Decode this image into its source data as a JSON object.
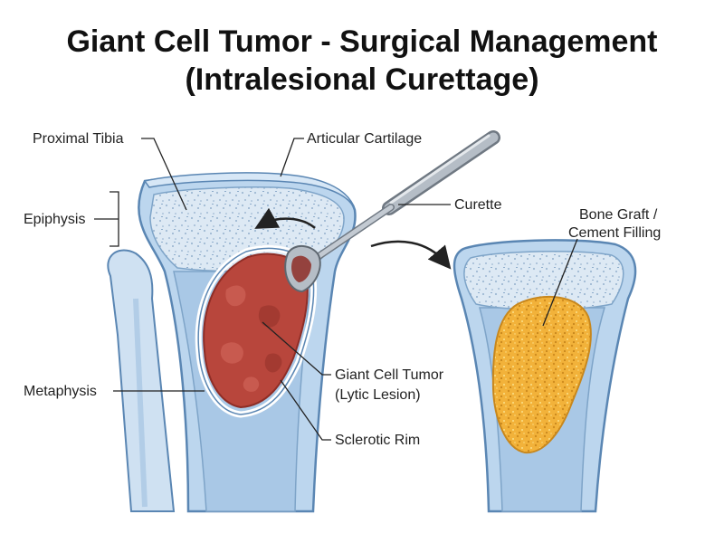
{
  "title": {
    "line1": "Giant Cell Tumor - Surgical Management",
    "line2": "(Intralesional Curettage)"
  },
  "labels": {
    "proximal_tibia": "Proximal Tibia",
    "articular_cartilage": "Articular Cartilage",
    "epiphysis": "Epiphysis",
    "curette": "Curette",
    "bone_graft_line1": "Bone Graft /",
    "bone_graft_line2": "Cement Filling",
    "metaphysis": "Metaphysis",
    "giant_cell_line1": "Giant Cell Tumor",
    "giant_cell_line2": "(Lytic Lesion)",
    "sclerotic_rim": "Sclerotic Rim"
  },
  "colors": {
    "bone_outline": "#5a86b3",
    "cortex": "#bcd6ee",
    "marrow_canal": "#a9c8e6",
    "cancellous": "#dde9f4",
    "tumor": "#b8463c",
    "tumor_dark": "#8e2d26",
    "graft": "#f2b23a",
    "graft_dark": "#c8871c",
    "instrument": "#9aa3ad",
    "arrow": "#222222"
  }
}
